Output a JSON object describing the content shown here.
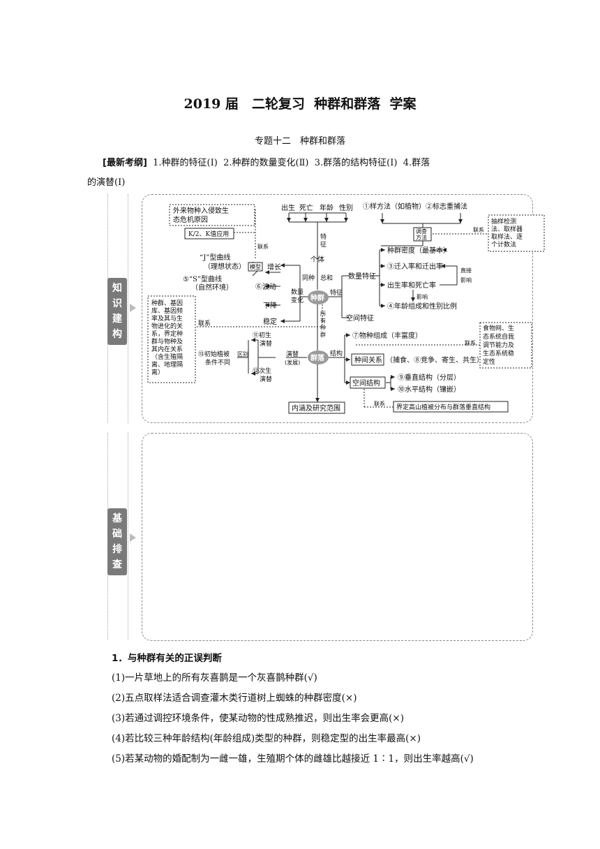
{
  "header": {
    "title": "2019 届　二轮复习  种群和群落  学案",
    "subtitle": "专题十二　种群和群落",
    "kaogang_label": "[最新考纲]",
    "kaogang_line1": "1.种群的特征(Ⅰ)  2.种群的数量变化(Ⅱ)  3.群落的结构特征(Ⅰ)  4.群落",
    "kaogang_line2": "的演替(Ⅰ)"
  },
  "side_tabs": {
    "knowledge": [
      "知",
      "识",
      "建",
      "构"
    ],
    "basics": [
      "基",
      "础",
      "排",
      "查"
    ]
  },
  "concept_map": {
    "population": "种群",
    "community": "群落",
    "features_top": [
      "出生",
      "死亡",
      "年龄",
      "性别"
    ],
    "feature_label": [
      "特",
      "征"
    ],
    "individual": "个体",
    "same_species": "同种",
    "sum": "总和",
    "all_species": [
      "所",
      "有",
      "种",
      "群"
    ],
    "quantity_change": [
      "数量",
      "变化"
    ],
    "feature": "特征",
    "quantity_feature": "数量特征",
    "spatial_feature": "空间特征",
    "methods": "①样方法（如植物）②标志重捕法",
    "survey_method": [
      "调查",
      "方法"
    ],
    "link": "联系",
    "sampling_note": [
      "抽样检测",
      "法、取样器",
      "取样法、逐",
      "个计数法"
    ],
    "density": "种群密度（最基本）",
    "migration": "③迁入率和迁出率",
    "birth_death": "出生率和死亡率",
    "age_sex": "④年龄组成和性别比例",
    "direct_influence": [
      "直接",
      "影响"
    ],
    "influence": "影响",
    "invasive": [
      "外来物种入侵致生",
      "态危机原因"
    ],
    "k2": "K/2、K值应用",
    "j_curve": [
      "“J”型曲线",
      "（理想状态）"
    ],
    "s_curve": [
      "⑤“S”型曲线",
      "（自然环境）"
    ],
    "model": "模型",
    "growth": "增长",
    "fluctuation": "⑥波动",
    "decline": "下降",
    "stable": "稳定",
    "gene_pool": [
      "种群、基因",
      "库、基因频",
      "率及其与生",
      "物进化的关",
      "系，界定种",
      "群与物种及",
      "其内在关系",
      "（含生殖隔",
      "离、地理隔",
      "离）"
    ],
    "species_comp": "⑦物种组成（丰富度）",
    "interspecific": "种间关系",
    "interspecific_detail": "（捕食、⑧竞争、寄生、共生）",
    "spatial_structure": "空间结构",
    "vertical": "⑨垂直结构（分层）",
    "horizontal": "⑩水平结构（镶嵌）",
    "mountain_note": "界定高山植被分布与群落垂直结构",
    "foodweb_note": [
      "食物网、生",
      "态系统自我",
      "调节能力及",
      "生态系统稳",
      "定性"
    ],
    "structure": "结构",
    "succession": [
      "演替",
      "(发展)"
    ],
    "primary": [
      "⑪初生",
      "演替"
    ],
    "secondary": [
      "⑫次生",
      "演替"
    ],
    "difference": "区别",
    "initial_veg": [
      "⑬初始植被",
      "条件不同"
    ],
    "scope": "内涵及研究范围"
  },
  "questions": {
    "heading": "1．与种群有关的正误判断",
    "items": [
      "(1)一片草地上的所有灰喜鹊是一个灰喜鹊种群(√)",
      "(2)五点取样法适合调查灌木类行道树上蜘蛛的种群密度(×)",
      "(3)若通过调控环境条件，使某动物的性成熟推迟，则出生率会更高(×)",
      "(4)若比较三种年龄结构(年龄组成)类型的种群，则稳定型的出生率最高(×)",
      "(5)若某动物的婚配制为一雌一雄，生殖期个体的雌雄比越接近 1∶1，则出生率越高(√)"
    ]
  }
}
